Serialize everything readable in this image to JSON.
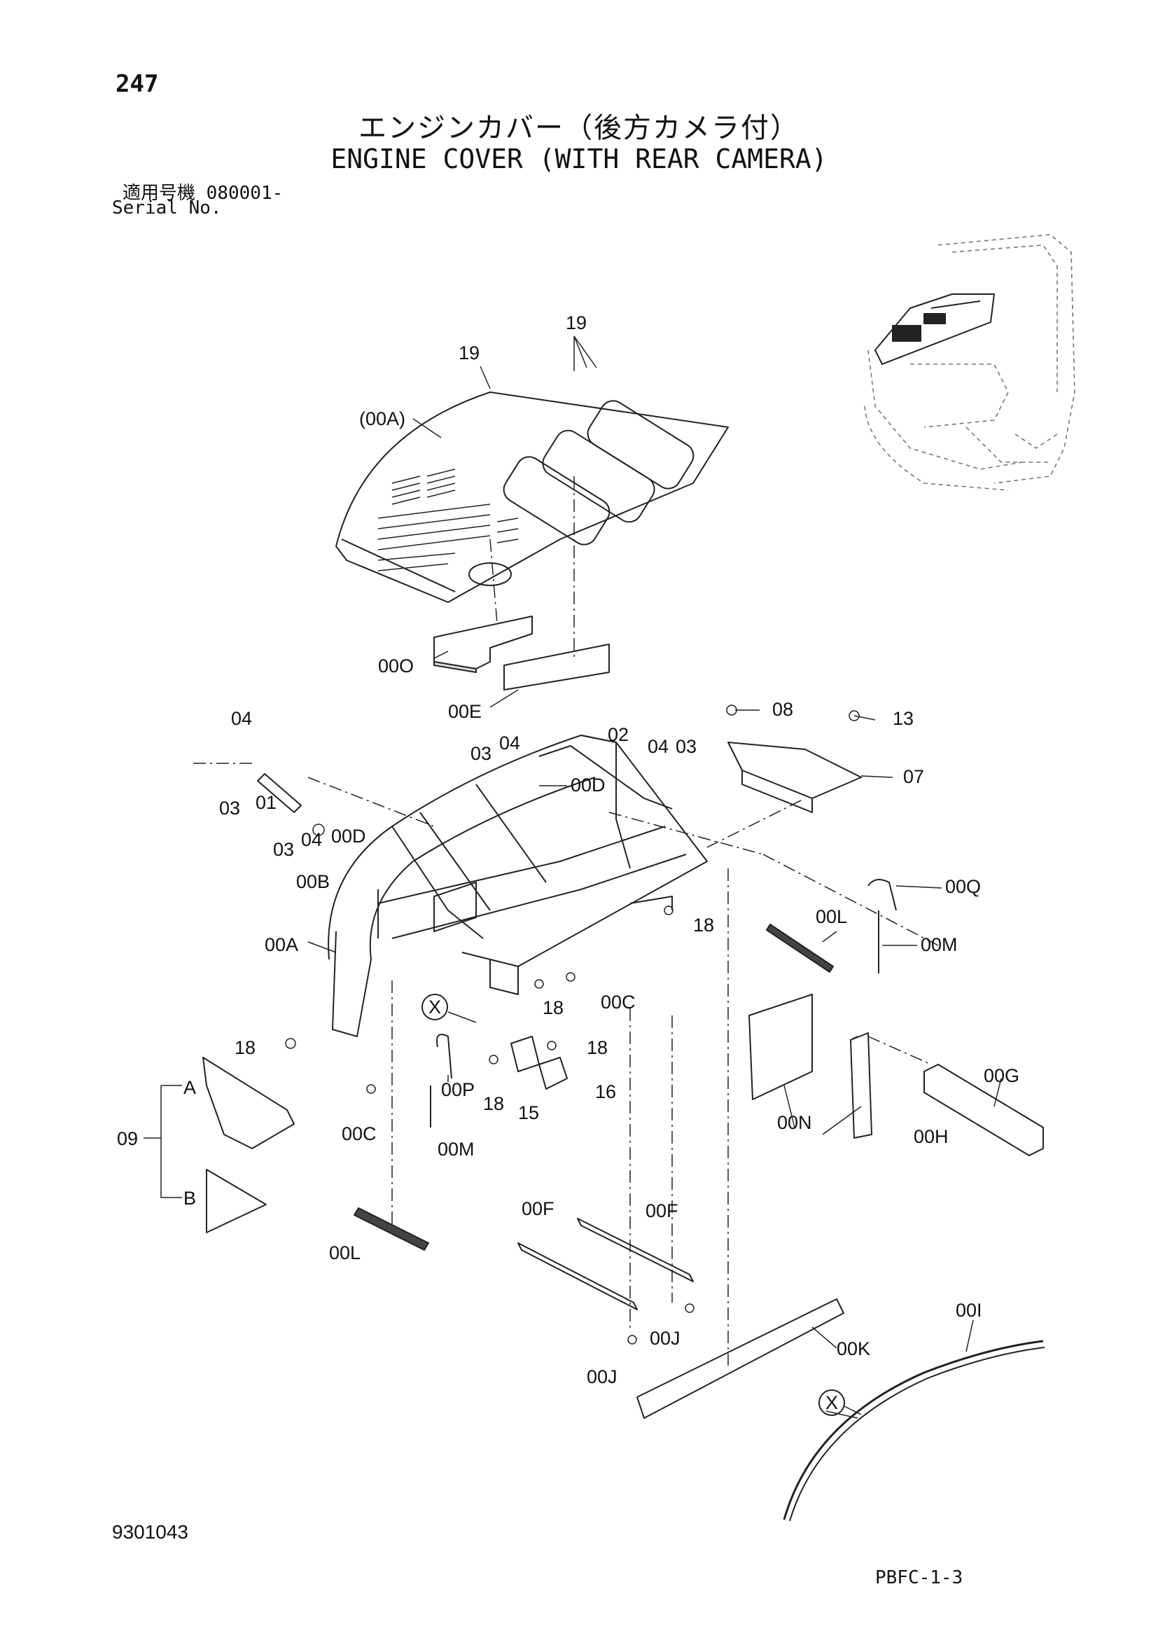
{
  "header": {
    "page_number": "247",
    "title_jp": "エンジンカバー（後方カメラ付）",
    "title_en": "ENGINE COVER (WITH REAR CAMERA)",
    "serial_label_jp": "適用号機",
    "serial_value": "080001-",
    "serial_label_en": "Serial No."
  },
  "footer": {
    "document_number": "9301043",
    "page_code": "PBFC-1-3"
  },
  "callouts": {
    "c19_a": "19",
    "c19_b": "19",
    "c00A_top": "(00A)",
    "c00O": "00O",
    "c00E": "00E",
    "c04_a": "04",
    "c03_a": "03",
    "c01": "01",
    "c03_b": "03",
    "c04_b": "04",
    "c03_c": "03",
    "c04_c": "04",
    "c00D_a": "00D",
    "c02": "02",
    "c04_d": "04",
    "c03_d": "03",
    "c08": "08",
    "c13": "13",
    "c07": "07",
    "c00D_b": "00D",
    "c00B": "00B",
    "c00A": "00A",
    "c00Q": "00Q",
    "c00L_a": "00L",
    "c00M_a": "00M",
    "c18_a": "18",
    "c18_b": "18",
    "c00C_a": "00C",
    "c18_c": "18",
    "cA": "A",
    "c09": "09",
    "cB": "B",
    "c00C_b": "00C",
    "c00P": "00P",
    "c00M_b": "00M",
    "c18_d": "18",
    "c15": "15",
    "c16": "16",
    "c00N": "00N",
    "c00H": "00H",
    "c00G": "00G",
    "c00L_b": "00L",
    "c00F_a": "00F",
    "c00F_b": "00F",
    "c00J_a": "00J",
    "c00J_b": "00J",
    "c00K": "00K",
    "c00I": "00I",
    "cX_a": "X",
    "cX_b": "X"
  }
}
